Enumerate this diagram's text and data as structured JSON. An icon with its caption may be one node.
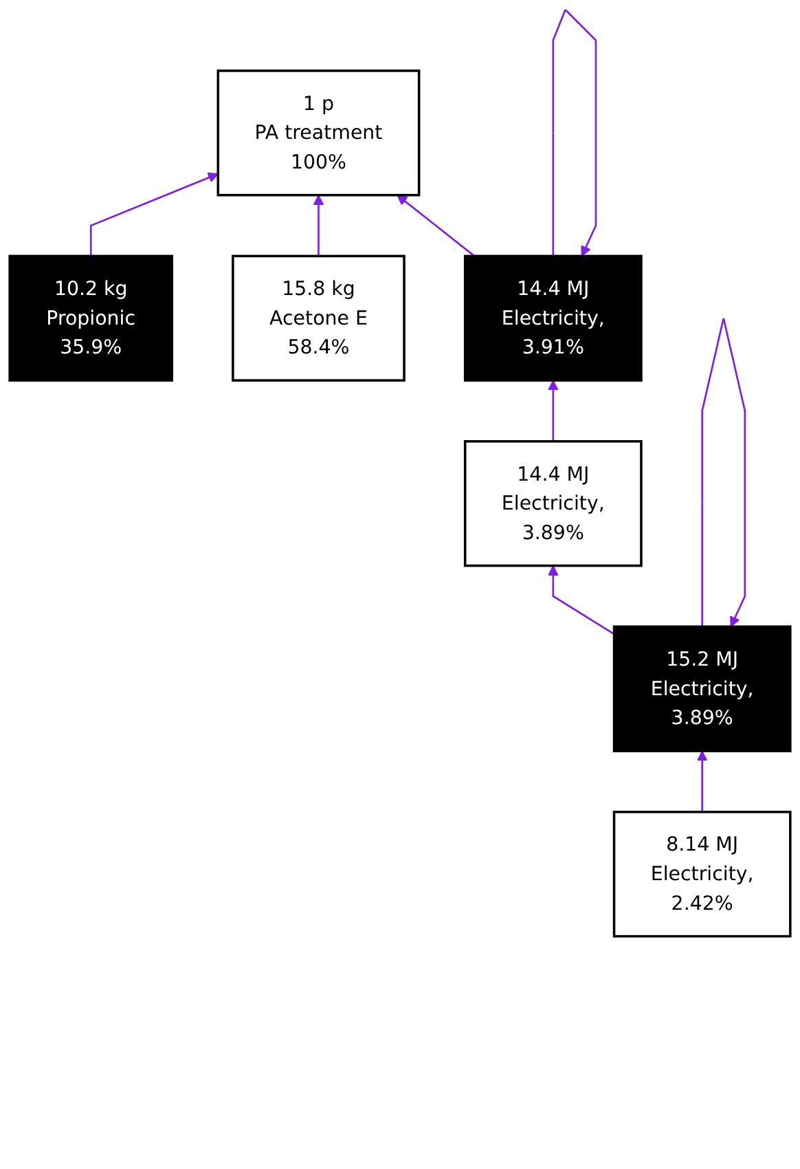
{
  "diagram": {
    "nodes": [
      {
        "text": [
          "1 p",
          "PA treatment",
          "100%"
        ]
      },
      {
        "text": [
          "10.2 kg",
          "Propionic",
          "35.9%"
        ]
      },
      {
        "text": [
          "15.8 kg",
          "Acetone E",
          "58.4%"
        ]
      },
      {
        "text": [
          "14.4 MJ",
          "Electricity,",
          "3.91%"
        ]
      },
      {
        "text": [
          "14.4 MJ",
          "Electricity,",
          "3.89%"
        ]
      },
      {
        "text": [
          "15.2 MJ",
          "Electricity,",
          "3.89%"
        ]
      },
      {
        "text": [
          "8.14 MJ",
          "Electricity,",
          "2.42%"
        ]
      }
    ],
    "edges": [
      {
        "from": 1,
        "to": 0,
        "arrow": "to"
      },
      {
        "from": 2,
        "to": 0,
        "arrow": "to"
      },
      {
        "from": 3,
        "to": 0,
        "arrow": "to"
      },
      {
        "from": 3,
        "to": 3,
        "arrow": "to"
      },
      {
        "from": 4,
        "to": 3,
        "arrow": "to"
      },
      {
        "from": 5,
        "to": 4,
        "arrow": "to"
      },
      {
        "from": 5,
        "to": 5,
        "arrow": "to"
      },
      {
        "from": 6,
        "to": 5,
        "arrow": "to"
      }
    ]
  }
}
